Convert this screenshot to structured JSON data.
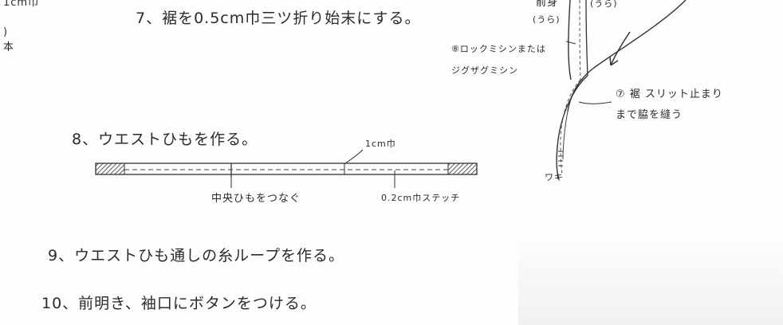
{
  "top_left": {
    "fragment_1": "1cm巾",
    "fragment_2": ")",
    "fragment_3": "本"
  },
  "steps": {
    "step7": "7、裾を0.5cm巾三ツ折り始末にする。",
    "step8": "8、ウエストひもを作る。",
    "step9": "9、ウエストひも通しの糸ループを作る。",
    "step10": "10、前明き、袖口にボタンをつける。"
  },
  "tie_diagram": {
    "width_label": "1cm巾",
    "center_label": "中央ひもをつなぐ",
    "stitch_label": "0.2cm巾ステッチ"
  },
  "side_diagram": {
    "front_label": "前身",
    "front_sub": "(うら)",
    "back_sub": "(うら)",
    "serger_line1": "⑧ロックミシンまたは",
    "serger_line2": "ジグザグミシン",
    "sew_line1": "⑦ 裾 スリット止まり",
    "sew_line2": "まで脇を縫う",
    "side_label": "ワキ"
  }
}
